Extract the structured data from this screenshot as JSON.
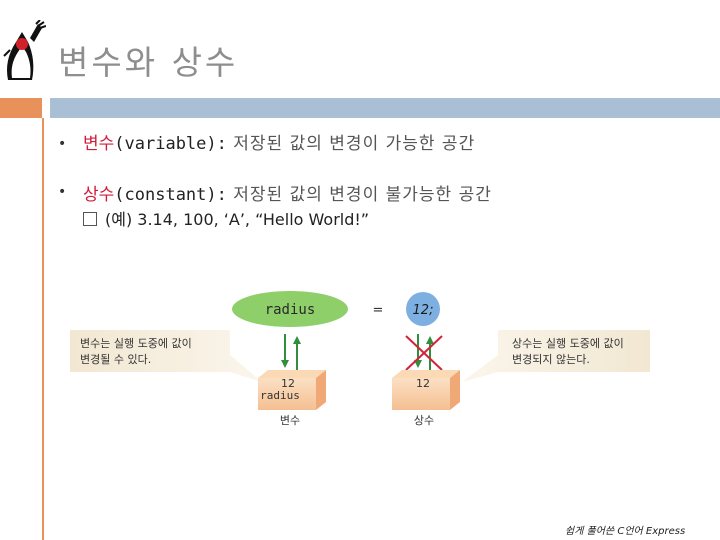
{
  "slide": {
    "title": "변수와 상수",
    "bullets": [
      {
        "keyword": "변수",
        "code": "(variable):",
        "rest": " 저장된 값의 변경이 가능한 공간"
      },
      {
        "keyword": "상수",
        "code": "(constant):",
        "rest": " 저장된 값의 변경이 불가능한 공간"
      }
    ],
    "sub_bullet": "(예) 3.14, 100, ‘A’, “Hello World!”",
    "footer": "쉽게 풀어쓴 C언어 Express"
  },
  "diagram": {
    "var_name": "radius",
    "equals": "=",
    "value": "12;",
    "left_callout": [
      "변수는 실행 도중에 값이",
      "변경될 수 있다."
    ],
    "right_callout": [
      "상수는 실행 도중에 값이",
      "변경되지 않는다."
    ],
    "box_left_value": "12",
    "box_left_name": "radius",
    "box_right_value": "12",
    "label_variable": "변수",
    "label_constant": "상수"
  }
}
